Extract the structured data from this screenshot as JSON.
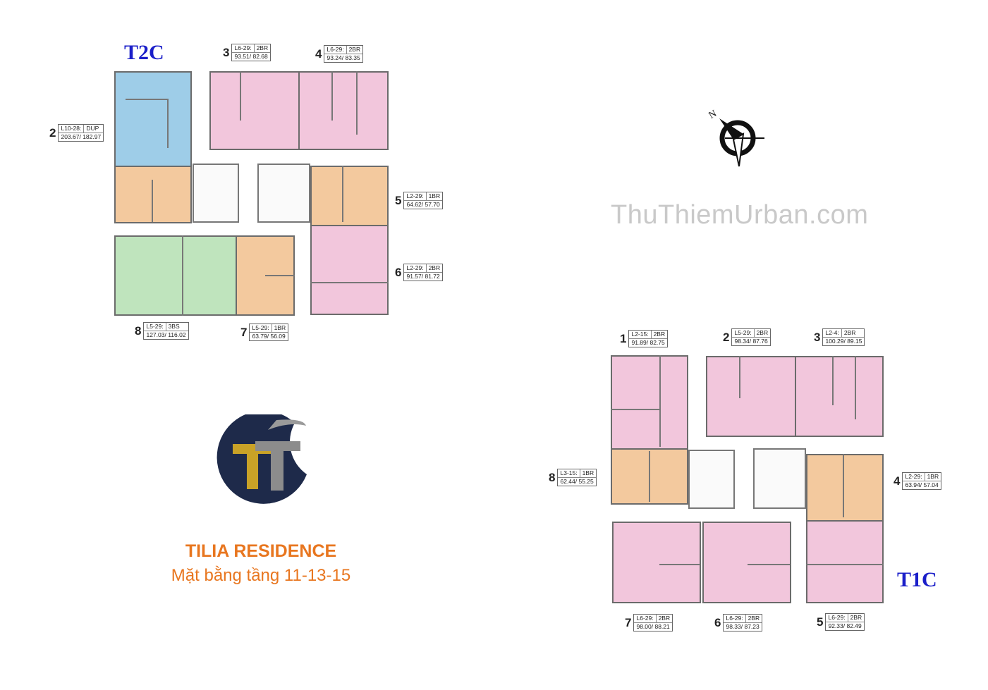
{
  "brand": {
    "logo_letters": "TT",
    "title": "TILIA RESIDENCE",
    "subtitle": "Mặt bằng tầng 11-13-15",
    "watermark": "ThuThiemUrban.com",
    "colors": {
      "orange": "#e8761f",
      "navy": "#1e2a4a",
      "gold": "#c9a227",
      "gray": "#8c8c8c"
    }
  },
  "compass": {
    "north_label": "N",
    "icon": "compass-icon"
  },
  "towers": {
    "t2c": {
      "name": "T2C",
      "units": [
        {
          "num": "2",
          "level": "L10-28:",
          "type": "DUP",
          "area": "203.67/ 182.97"
        },
        {
          "num": "3",
          "level": "L6-29:",
          "type": "2BR",
          "area": "93.51/ 82.68"
        },
        {
          "num": "4",
          "level": "L6-29:",
          "type": "2BR",
          "area": "93.24/ 83.35"
        },
        {
          "num": "5",
          "level": "L2-29:",
          "type": "1BR",
          "area": "64.62/ 57.70"
        },
        {
          "num": "6",
          "level": "L2-29:",
          "type": "2BR",
          "area": "91.57/ 81.72"
        },
        {
          "num": "7",
          "level": "L5-29:",
          "type": "1BR",
          "area": "63.79/ 56.09"
        },
        {
          "num": "8",
          "level": "L5-29:",
          "type": "3BS",
          "area": "127.03/ 116.02"
        }
      ]
    },
    "t1c": {
      "name": "T1C",
      "units": [
        {
          "num": "1",
          "level": "L2-15:",
          "type": "2BR",
          "area": "91.89/ 82.75"
        },
        {
          "num": "2",
          "level": "L5-29:",
          "type": "2BR",
          "area": "98.34/ 87.76"
        },
        {
          "num": "3",
          "level": "L2-4:",
          "type": "2BR",
          "area": "100.29/ 89.15"
        },
        {
          "num": "4",
          "level": "L2-29:",
          "type": "1BR",
          "area": "63.94/ 57.04"
        },
        {
          "num": "5",
          "level": "L6-29:",
          "type": "2BR",
          "area": "92.33/ 82.49"
        },
        {
          "num": "6",
          "level": "L6-29:",
          "type": "2BR",
          "area": "98.33/ 87.23"
        },
        {
          "num": "7",
          "level": "L6-29:",
          "type": "2BR",
          "area": "98.00/ 88.21"
        },
        {
          "num": "8",
          "level": "L3-15:",
          "type": "1BR",
          "area": "62.44/ 55.25"
        }
      ]
    }
  }
}
